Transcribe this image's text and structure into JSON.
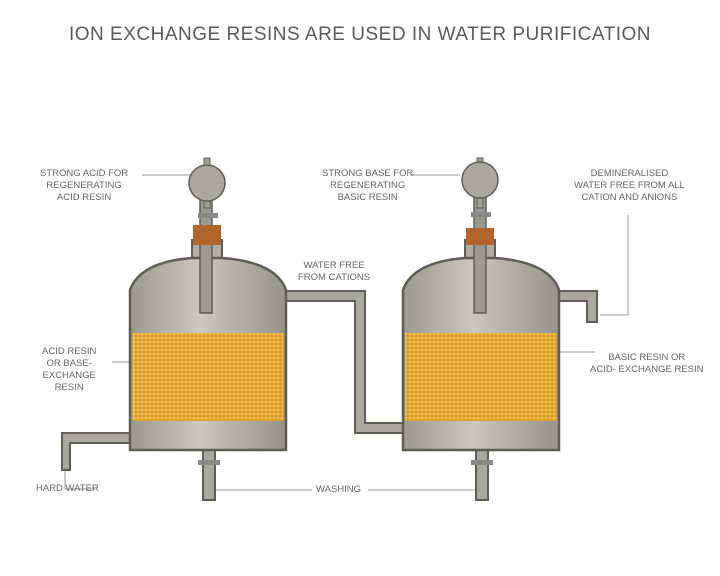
{
  "title": "ION EXCHANGE RESINS ARE USED IN WATER PURIFICATION",
  "labels": {
    "strong_acid": "STRONG ACID FOR\nREGENERATING\nACID RESIN",
    "strong_base": "STRONG BASE FOR\nREGENERATING\nBASIC RESIN",
    "demineralised": "DEMINERALISED\nWATER FREE FROM ALL\nCATION AND ANIONS",
    "water_free_cations": "WATER FREE\nFROM CATIONS",
    "acid_resin": "ACID RESIN\nOR BASE-\nEXCHANGE\nRESIN",
    "basic_resin": "BASIC RESIN OR\nACID- EXCHANGE RESIN",
    "hard_water": "HARD WATER",
    "washing": "WASHING"
  },
  "colors": {
    "tank": "#a8a8a0",
    "outline": "#5e5e58",
    "resin": "#e6ac2e",
    "cork": "#b2652a"
  }
}
